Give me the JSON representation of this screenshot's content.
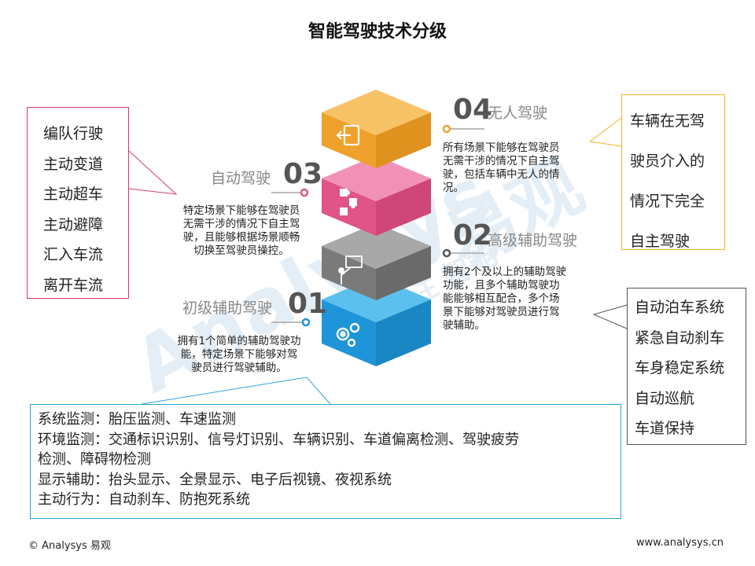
{
  "title": "智能驾驶技术分级",
  "watermark": {
    "brand_en": "Analysys",
    "brand_cn": "易观",
    "sub": "专注 智能"
  },
  "levels": [
    {
      "num": "04",
      "name": "无人驾驶",
      "color": "#f0a12b",
      "icon": "exit-door-icon",
      "desc": [
        "所有场景下能够在驾驶员",
        "无需干涉的情况下自主驾",
        "驶，包括车辆中无人的情",
        "况。"
      ]
    },
    {
      "num": "03",
      "name": "自动驾驶",
      "color": "#e05488",
      "icon": "puzzle-icon",
      "desc": [
        "特定场景下能够在驾驶员",
        "无需干涉的情况下自主驾",
        "驶，且能够根据场景顺畅",
        "切换至驾驶员操控。"
      ]
    },
    {
      "num": "02",
      "name": "高级辅助驾驶",
      "color": "#7a7a7a",
      "icon": "presenter-icon",
      "desc": [
        "拥有2个及以上的辅助驾驶",
        "功能，且多个辅助驾驶功",
        "能能够相互配合，多个场",
        "景下能够对驾驶员进行驾",
        "驶辅助。"
      ]
    },
    {
      "num": "01",
      "name": "初级辅助驾驶",
      "color": "#1e95d8",
      "icon": "gears-icon",
      "desc": [
        "拥有1个简单的辅助驾驶功",
        "能，特定场景下能够对驾",
        "驶员进行驾驶辅助。"
      ]
    }
  ],
  "box_level3": [
    "编队行驶",
    "主动变道",
    "主动超车",
    "主动避障",
    "汇入车流",
    "离开车流"
  ],
  "box_level4": [
    "车辆在无驾",
    "驶员介入的",
    "情况下完全",
    "自主驾驶"
  ],
  "box_level2": [
    "自动泊车系统",
    "紧急自动刹车",
    "车身稳定系统",
    "自动巡航",
    "车道保持"
  ],
  "box_level1": [
    "系统监测：胎压监测、车速监测",
    "环境监测：交通标识识别、信号灯识别、车辆识别、车道偏离检测、驾驶疲劳",
    "检测、障碍物检测",
    "显示辅助：抬头显示、全景显示、电子后视镜、夜视系统",
    "主动行为：自动刹车、防抱死系统"
  ],
  "footer": {
    "left": "© Analysys 易观",
    "right": "www.analysys.cn"
  },
  "colors": {
    "level4": "#f0a12b",
    "level3": "#e05488",
    "level2": "#7a7a7a",
    "level1": "#1e95d8"
  }
}
